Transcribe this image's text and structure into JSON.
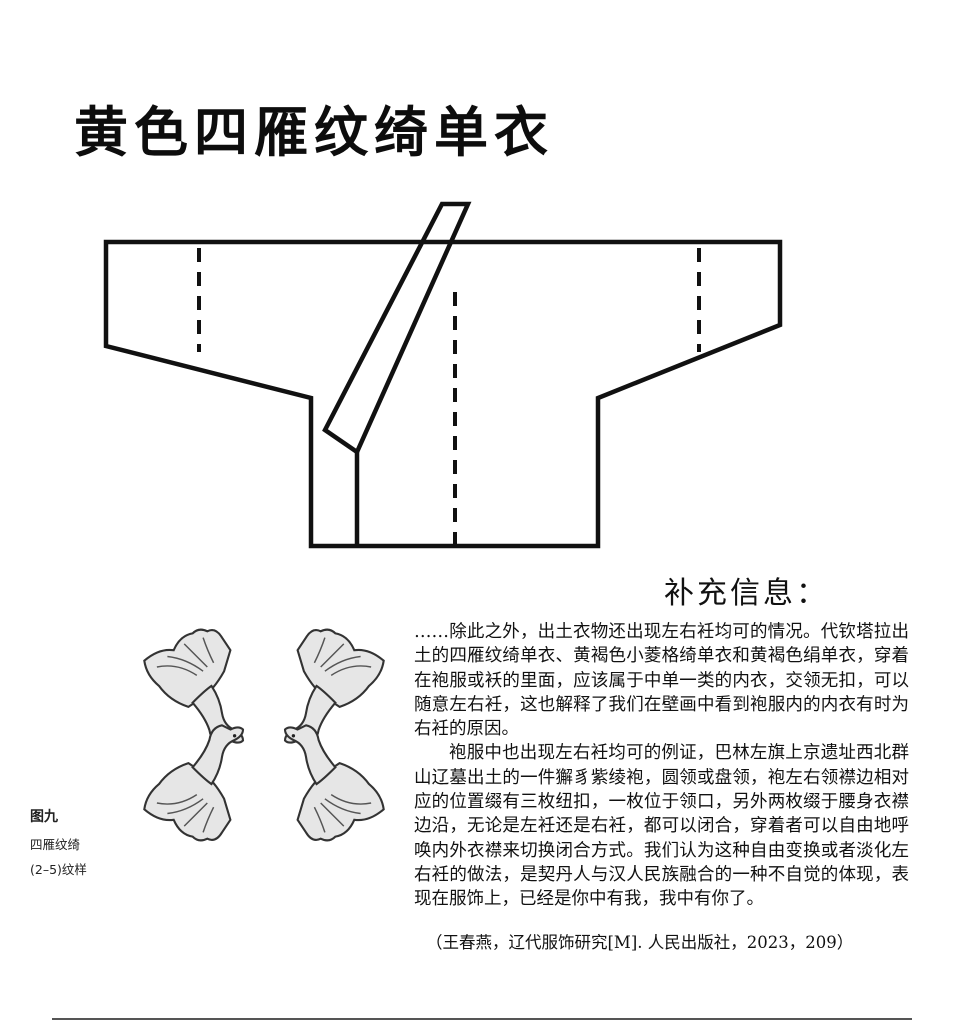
{
  "title": "黄色四雁纹绮单衣",
  "supplement": {
    "heading": "补充信息：",
    "paragraph1": "……除此之外，出土衣物还出现左右衽均可的情况。代钦塔拉出土的四雁纹绮单衣、黄褐色小菱格绮单衣和黄褐色绢单衣，穿着在袍服或袄的里面，应该属于中单一类的内衣，交领无扣，可以随意左右衽，这也解释了我们在壁画中看到袍服内的内衣有时为右衽的原因。",
    "paragraph2": "袍服中也出现左右衽均可的例证，巴林左旗上京遗址西北群山辽墓出土的一件獬豸紫绫袍，圆领或盘领，袍左右领襟边相对应的位置缀有三枚纽扣，一枚位于领口，另外两枚缀于腰身衣襟边沿，无论是左衽还是右衽，都可以闭合，穿着者可以自由地呼唤内外衣襟来切换闭合方式。我们认为这种自由变换或者淡化左右衽的做法，是契丹人与汉人民族融合的一种不自觉的体现，表现在服饰上，已经是你中有我，我中有你了。",
    "citation": "（王春燕，辽代服饰研究[M]. 人民出版社，2023，209）"
  },
  "figure": {
    "number": "图九",
    "name": "四雁纹绮",
    "subtitle": "(2–5)纹样"
  }
}
